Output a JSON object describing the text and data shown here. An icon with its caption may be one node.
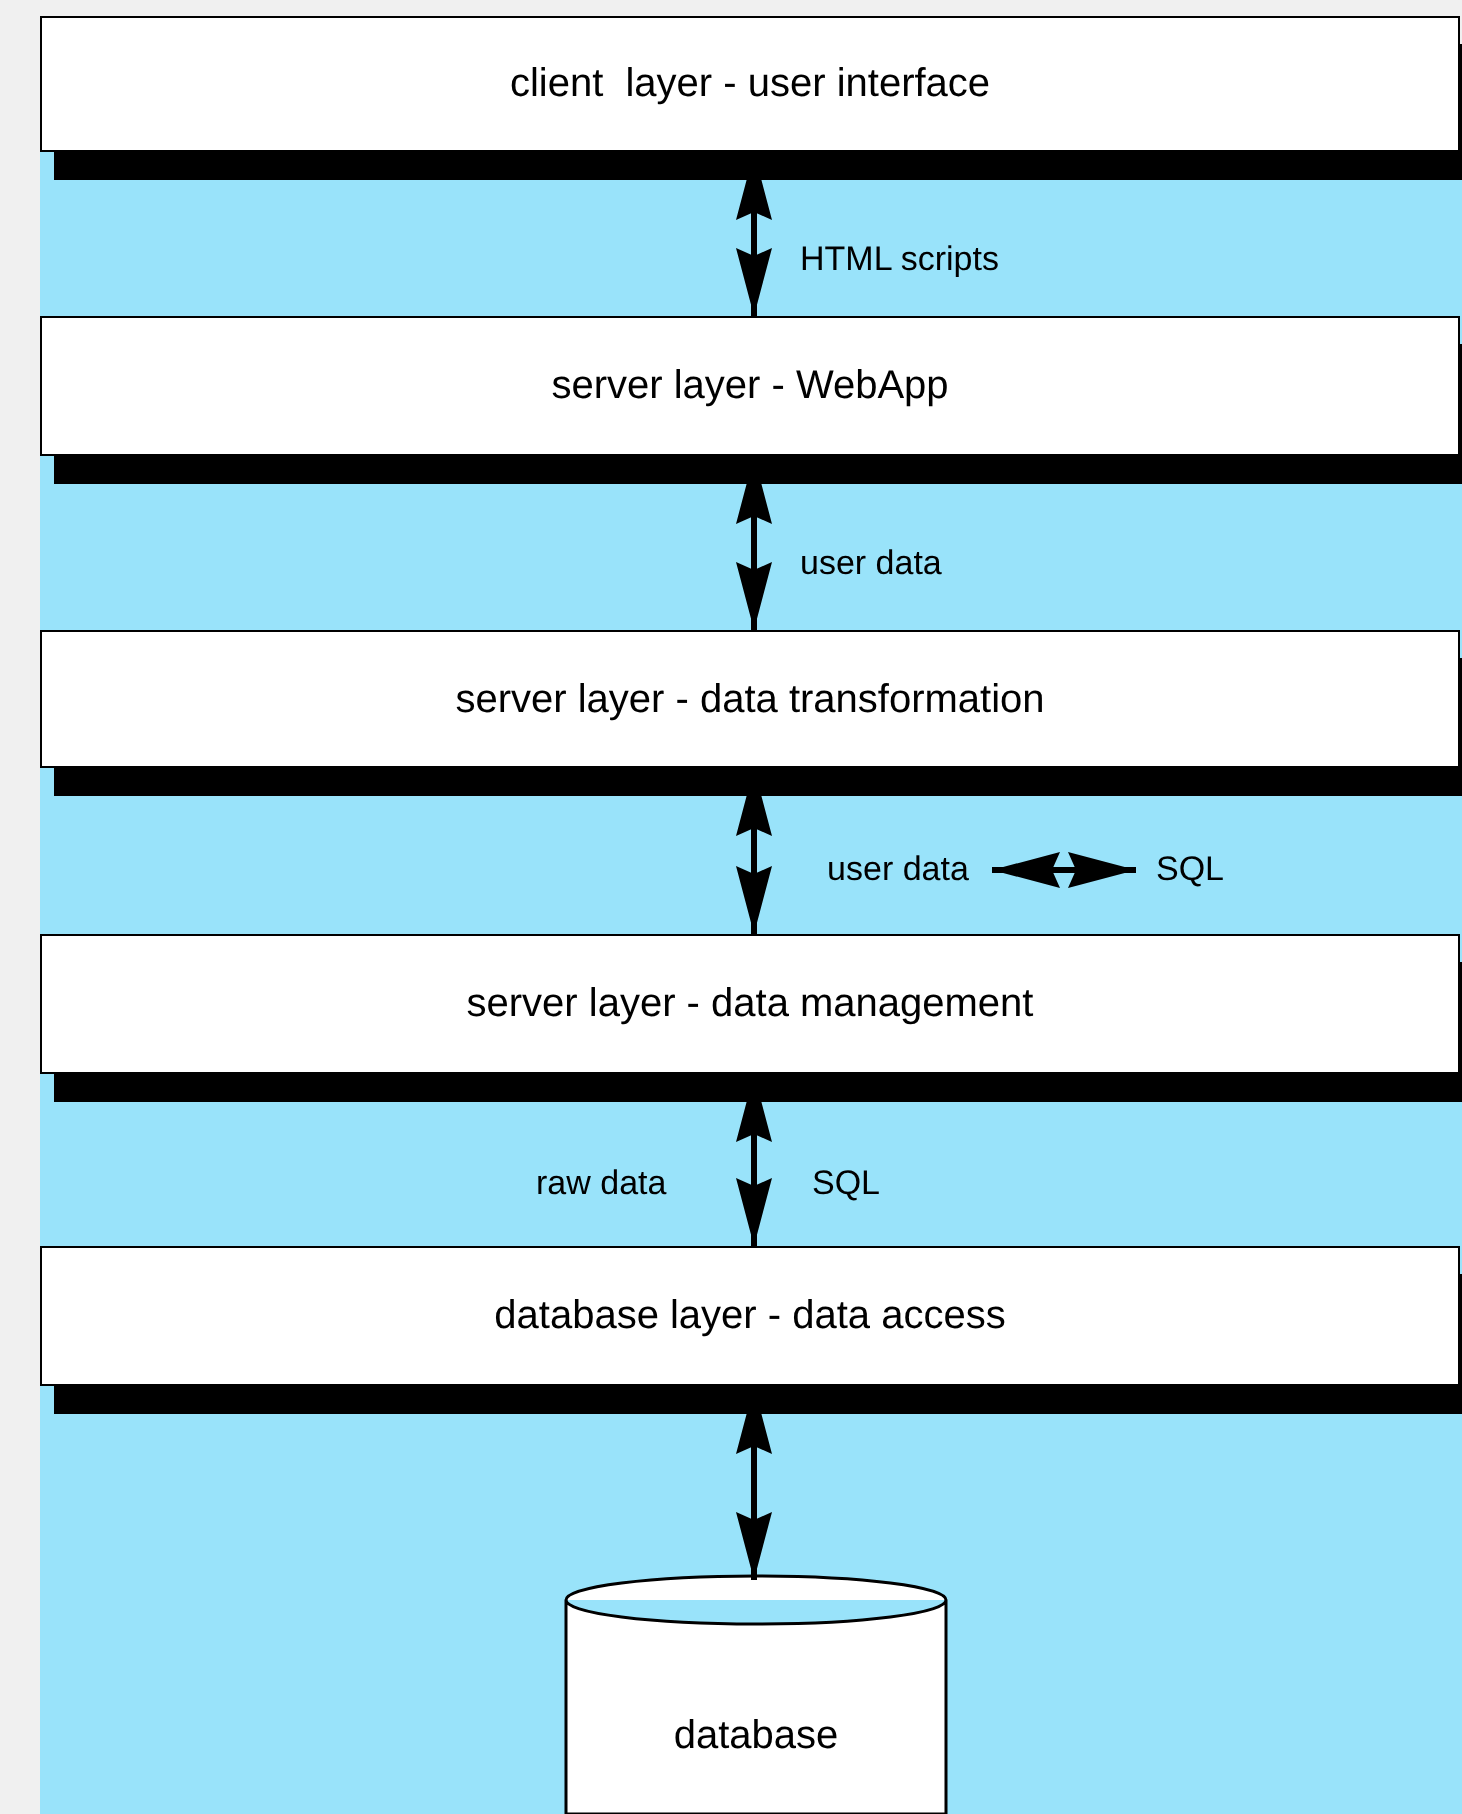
{
  "diagram": {
    "nodes": [
      {
        "text": [
          "client  layer - user interface"
        ]
      },
      {
        "text": [
          "server layer - WebApp"
        ]
      },
      {
        "text": [
          "server layer - data transformation"
        ]
      },
      {
        "text": [
          "server layer - data management"
        ]
      },
      {
        "text": [
          "database layer - data access"
        ]
      },
      {
        "text": [
          "database"
        ]
      },
      {
        "text": [
          "user data"
        ]
      },
      {
        "text": [
          "SQL"
        ]
      }
    ],
    "edges": [
      {
        "from": 0,
        "to": 1,
        "arrow": "both",
        "label": "HTML scripts"
      },
      {
        "from": 1,
        "to": 2,
        "arrow": "both",
        "label": "user data"
      },
      {
        "from": 2,
        "to": 3,
        "arrow": "both"
      },
      {
        "from": 3,
        "to": 4,
        "arrow": "both"
      },
      {
        "from": 4,
        "to": 5,
        "arrow": "both"
      },
      {
        "from": 6,
        "to": 7,
        "arrow": "both"
      }
    ],
    "labels": [
      "raw data",
      "SQL"
    ]
  }
}
